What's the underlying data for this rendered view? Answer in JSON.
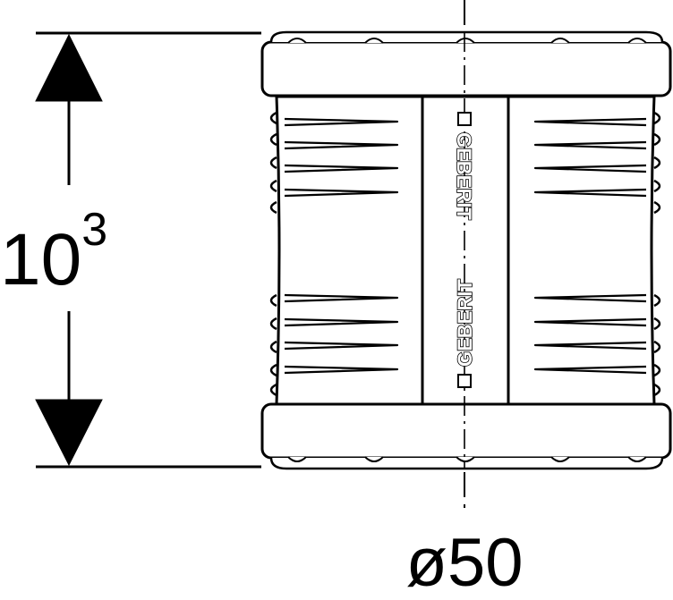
{
  "dimensions": {
    "height": {
      "base": "10",
      "superscript": "3"
    },
    "diameter": {
      "label": "ø50"
    }
  },
  "brand": {
    "top": "GEBERIT",
    "bottom": "GEBERIT"
  },
  "colors": {
    "line": "#000000",
    "background": "#ffffff"
  }
}
